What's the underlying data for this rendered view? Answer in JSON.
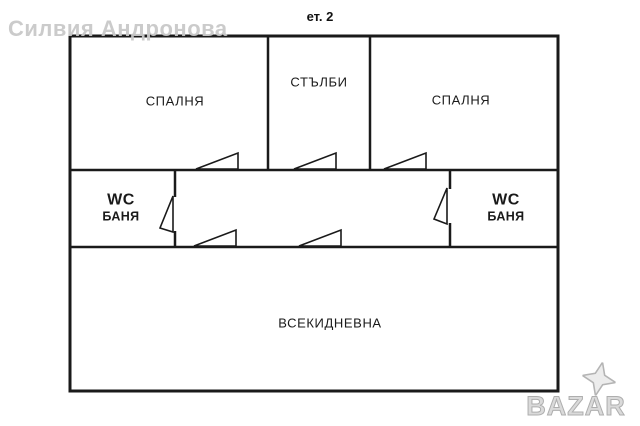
{
  "page": {
    "title": "ет. 2"
  },
  "rooms": {
    "bedroom_left": "СПАЛНЯ",
    "stairs": "СТЪЛБИ",
    "bedroom_right": "СПАЛНЯ",
    "wc_left": {
      "line1": "WC",
      "line2": "БАНЯ"
    },
    "wc_right": {
      "line1": "WC",
      "line2": "БАНЯ"
    },
    "living": "ВСЕКИДНЕВНА"
  },
  "watermarks": {
    "agent_name": "Силвия Андронова",
    "logo_text": "BAZAR"
  },
  "colors": {
    "wall": "#1a1a1a",
    "watermark": "#c9c9c9",
    "background": "#ffffff"
  }
}
